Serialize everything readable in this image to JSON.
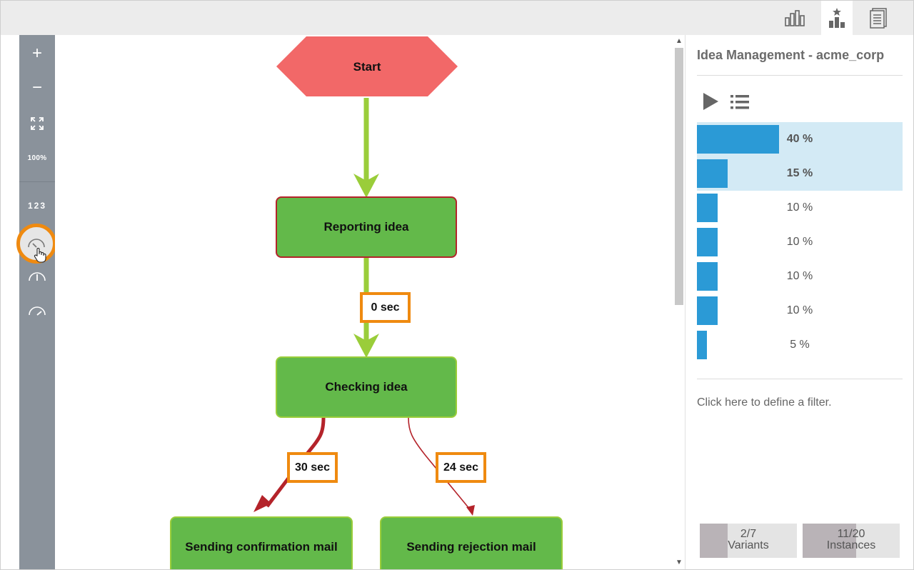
{
  "toolbar_top": {
    "tabs": [
      {
        "id": "variants-chart",
        "icon": "bar-chart-icon",
        "active": false
      },
      {
        "id": "starred-chart",
        "icon": "star-chart-icon",
        "active": true
      },
      {
        "id": "document",
        "icon": "document-icon",
        "active": false
      }
    ]
  },
  "left_tools": {
    "zoom_in": "+",
    "zoom_out": "−",
    "fit_icon": "fit-screen-icon",
    "zoom_level": "100%",
    "numbering": "123",
    "speed_slow_icon": "gauge-slow-icon",
    "speed_medium_icon": "gauge-medium-icon",
    "speed_fast_icon": "gauge-fast-icon"
  },
  "diagram": {
    "start": "Start",
    "nodes": {
      "reporting": "Reporting idea",
      "checking": "Checking idea",
      "confirmation": "Sending confirmation mail",
      "rejection": "Sending rejection mail"
    },
    "durations": {
      "reporting_to_checking": "0 sec",
      "checking_to_confirmation": "30 sec",
      "checking_to_rejection": "24 sec"
    }
  },
  "panel": {
    "title": "Idea Management - acme_corp",
    "play_icon": "play-icon",
    "list_icon": "list-icon",
    "variants": [
      {
        "pct": "40 %",
        "share": 0.4,
        "selected": true
      },
      {
        "pct": "15 %",
        "share": 0.15,
        "selected": true
      },
      {
        "pct": "10 %",
        "share": 0.1,
        "selected": false
      },
      {
        "pct": "10 %",
        "share": 0.1,
        "selected": false
      },
      {
        "pct": "10 %",
        "share": 0.1,
        "selected": false
      },
      {
        "pct": "10 %",
        "share": 0.1,
        "selected": false
      },
      {
        "pct": "5 %",
        "share": 0.05,
        "selected": false
      }
    ],
    "filter_text": "Click here to define a filter.",
    "stats": {
      "variants_count": "2/7",
      "variants_label": "Variants",
      "variants_fraction": 0.2857,
      "instances_count": "11/20",
      "instances_label": "Instances",
      "instances_fraction": 0.55
    }
  },
  "colors": {
    "start_node": "#f26868",
    "activity_node": "#63b94a",
    "highlight_border": "#ef8a10",
    "variant_bar": "#2b9ad6",
    "variant_selected_bg": "#d3eaf5",
    "edge_green": "#9acd3a",
    "edge_red": "#b4232a"
  }
}
